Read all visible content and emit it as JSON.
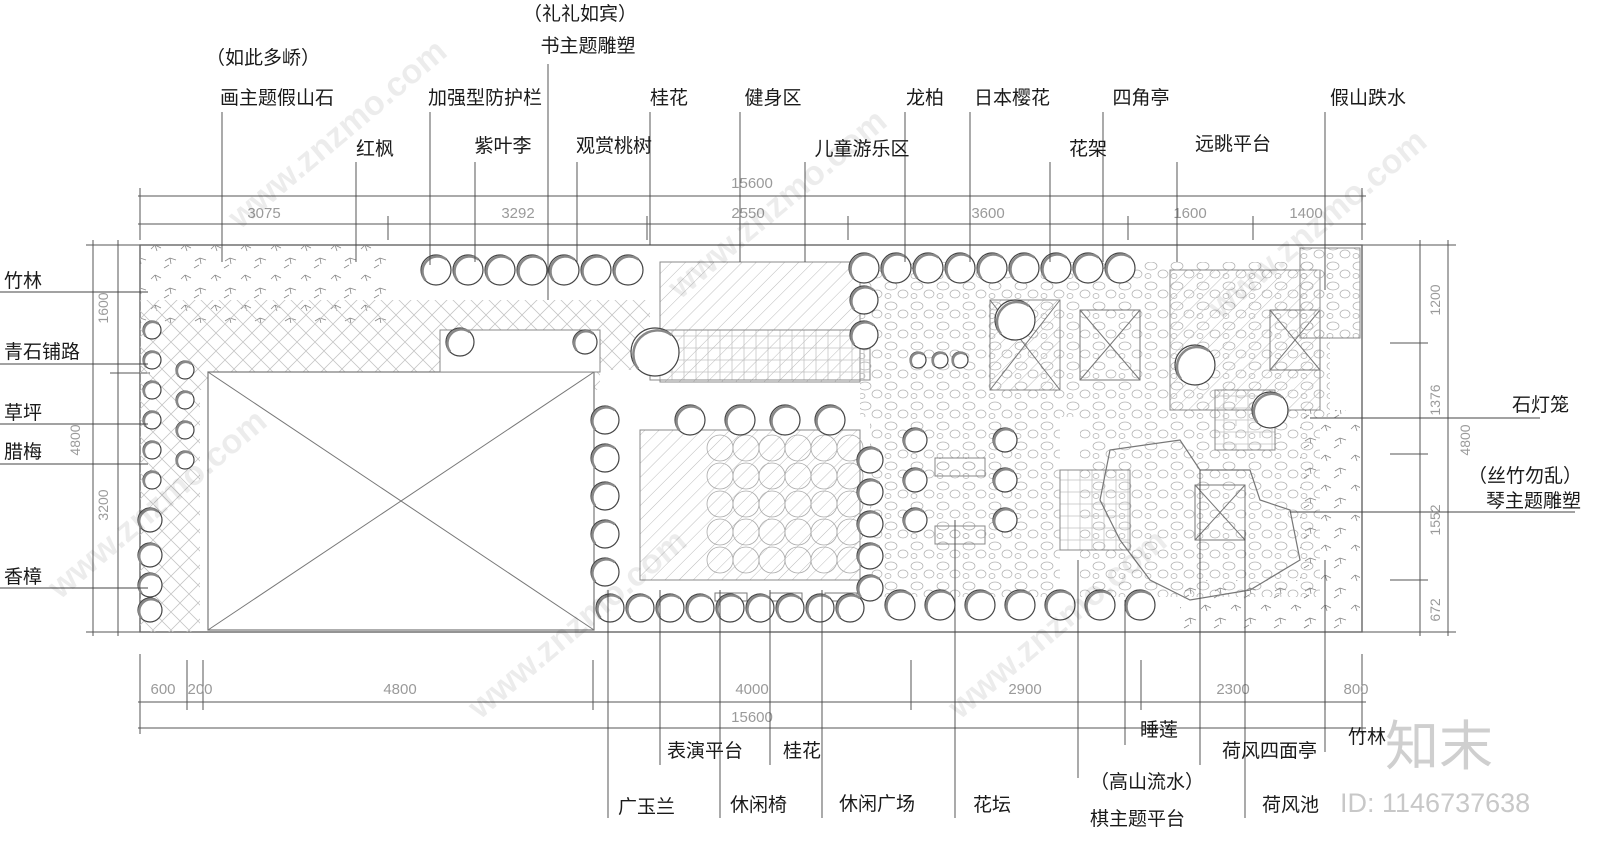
{
  "labels_top": {
    "rulu_sub": "（礼礼如宾）",
    "rulu_main": "书主题雕塑",
    "ruci_sub": "（如此多峤）",
    "ruci_main": "画主题假山石",
    "fence": "加强型防护栏",
    "guihua_top": "桂花",
    "fitness": "健身区",
    "longbai": "龙柏",
    "sakura": "日本樱花",
    "pavilion4": "四角亭",
    "rockfall": "假山跌水",
    "maple": "红枫",
    "plum_purple": "紫叶李",
    "peach": "观赏桃树",
    "kids": "儿童游乐区",
    "trellis": "花架",
    "lookout": "远眺平台"
  },
  "labels_left": {
    "bamboo": "竹林",
    "bluestone": "青石铺路",
    "lawn": "草坪",
    "wintersweet": "腊梅",
    "camphor": "香樟"
  },
  "labels_right": {
    "lantern": "石灯笼",
    "qin_sub": "（丝竹勿乱）",
    "qin_main": "琴主题雕塑"
  },
  "labels_bottom": {
    "waterlily": "睡莲",
    "lotus_pavilion": "荷风四面亭",
    "bamboo_b": "竹林",
    "stage": "表演平台",
    "guihua_b": "桂花",
    "qi_sub": "（高山流水）",
    "qi_main": "棋主题平台",
    "magnolia": "广玉兰",
    "bench": "休闲椅",
    "plaza": "休闲广场",
    "flowerbed": "花坛",
    "lotus_pond": "荷风池"
  },
  "dims_top": {
    "total": "15600",
    "d1": "3075",
    "d2": "3292",
    "d3": "2550",
    "d4": "3600",
    "d5": "1600",
    "d6": "1400"
  },
  "dims_bottom": {
    "total": "15600",
    "d1": "600",
    "d2": "200",
    "d3": "4800",
    "d4": "4000",
    "d5": "2900",
    "d6": "2300",
    "d7": "800"
  },
  "dims_left": {
    "total": "4800",
    "d1": "1600",
    "d2": "3200"
  },
  "dims_right": {
    "total": "4800",
    "d1": "1200",
    "d2": "1376",
    "d3": "1552",
    "d4": "672"
  },
  "brand": {
    "logo": "知末",
    "id": "ID: 1146737638",
    "watermark": "www.znzmo.com"
  }
}
